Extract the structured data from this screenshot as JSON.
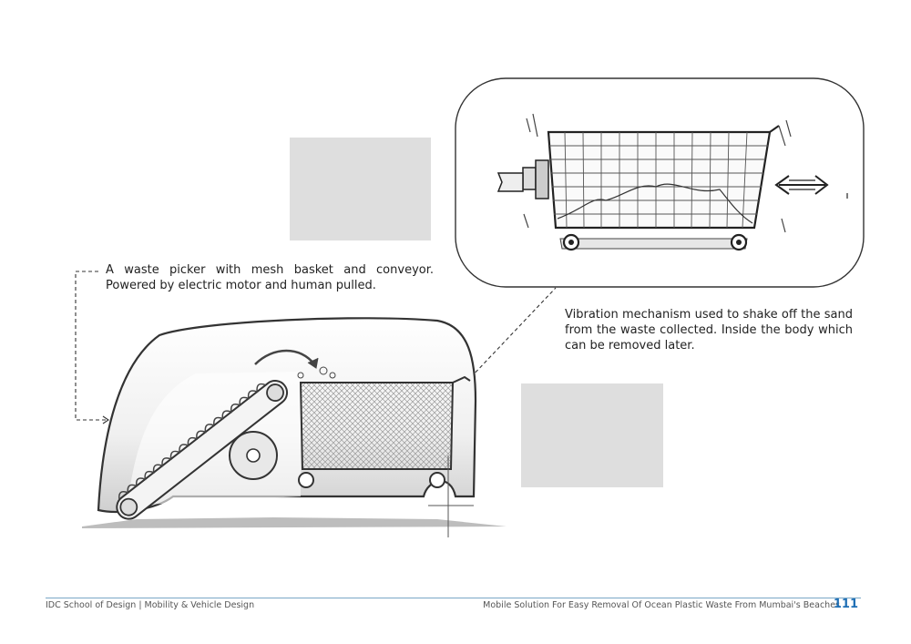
{
  "captions": {
    "waste_picker": "A waste picker with mesh basket and conveyor. Powered by electric motor and human pulled.",
    "vibration": "Vibration mechanism used to shake off the sand from the waste collected. Inside the body which can be removed later."
  },
  "footer": {
    "left": "IDC School of Design | Mobility & Vehicle Design",
    "right": "Mobile Solution For Easy Removal Of Ocean Plastic Waste From Mumbai's Beaches",
    "page_number": "111"
  },
  "colors": {
    "accent": "#1f6fb5",
    "rule": "#7aa7c7",
    "placeholder": "#dedede"
  }
}
